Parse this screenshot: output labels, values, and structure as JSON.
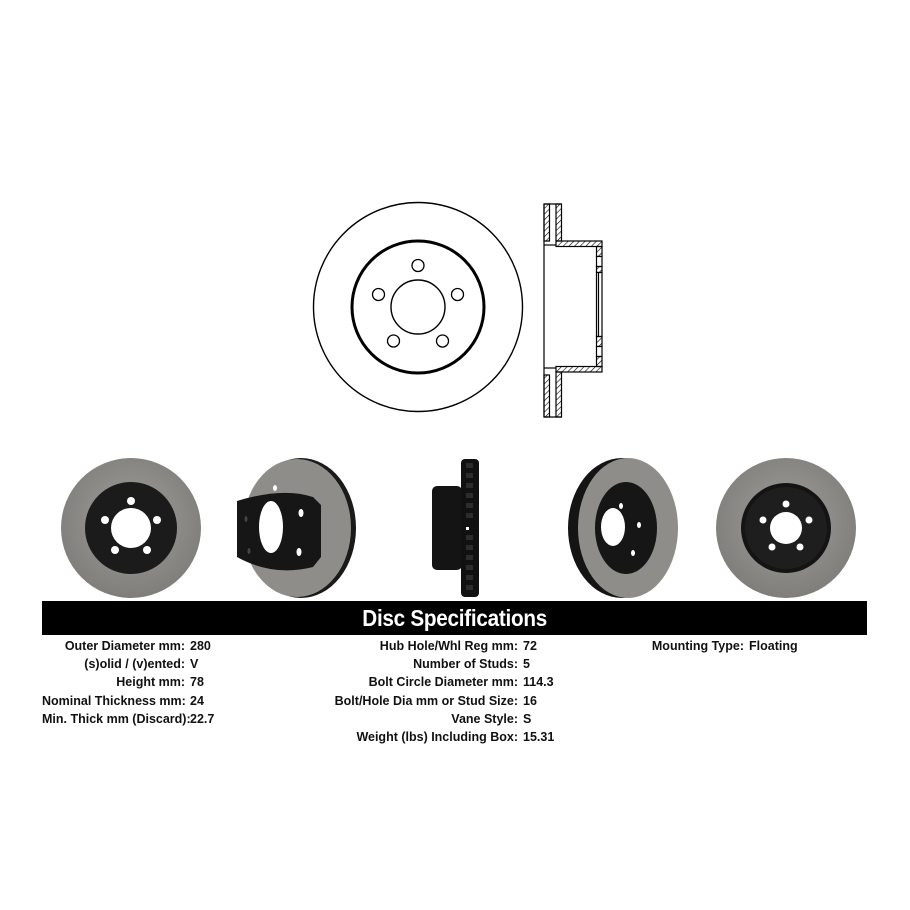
{
  "product": {
    "type": "brake-rotor",
    "views": {
      "line_drawing": [
        "front-view",
        "side-profile-cross-section"
      ],
      "photos": [
        "front",
        "angled-hat-side",
        "side-profile",
        "angled-rear",
        "rear"
      ]
    }
  },
  "colors": {
    "bar_bg": "#000000",
    "bar_text": "#ffffff",
    "rotor_face": "#8c8a86",
    "rotor_hat": "#1a1a1a",
    "text": "#111111"
  },
  "specs": {
    "title": "Disc Specifications",
    "column1": [
      {
        "label": "Outer Diameter mm:",
        "value": "280"
      },
      {
        "label": "(s)olid / (v)ented:",
        "value": "V"
      },
      {
        "label": "Height mm:",
        "value": "78"
      },
      {
        "label": "Nominal Thickness mm:",
        "value": "24"
      },
      {
        "label": "Min. Thick mm (Discard):",
        "value": "22.7"
      }
    ],
    "column2": [
      {
        "label": "Hub Hole/Whl Reg mm:",
        "value": "72"
      },
      {
        "label": "Number of Studs:",
        "value": "5"
      },
      {
        "label": "Bolt Circle Diameter mm:",
        "value": "114.3"
      },
      {
        "label": "Bolt/Hole Dia mm or Stud Size:",
        "value": "16"
      },
      {
        "label": "Vane Style:",
        "value": "S"
      },
      {
        "label": "Weight (lbs) Including Box:",
        "value": "15.31"
      }
    ],
    "column3": [
      {
        "label": "Mounting Type:",
        "value": "Floating"
      }
    ]
  }
}
